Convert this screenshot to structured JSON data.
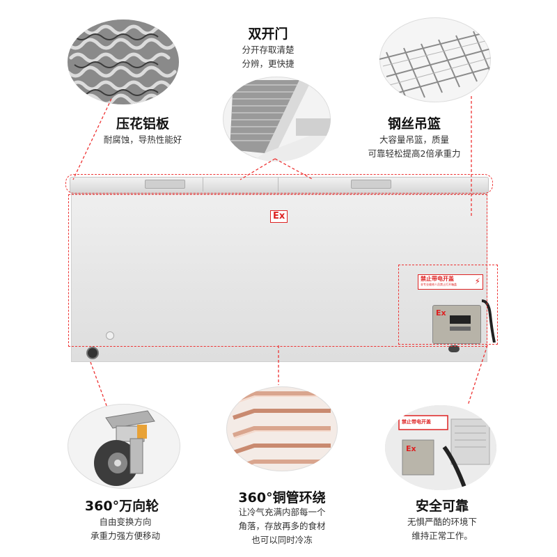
{
  "features": {
    "embossed": {
      "title": "压花铝板",
      "desc": [
        "耐腐蚀，导热性能好"
      ],
      "icon": "embossed-aluminum-texture"
    },
    "double_door": {
      "title": "双开门",
      "desc": [
        "分开存取清楚",
        "分辨，更快捷"
      ],
      "icon": "double-door-lid"
    },
    "basket": {
      "title": "钢丝吊篮",
      "desc": [
        "大容量吊篮，质量",
        "可靠轻松提高2倍承重力"
      ],
      "icon": "wire-basket"
    },
    "caster": {
      "title": "360°万向轮",
      "desc": [
        "自由变换方向",
        "承重力强方便移动"
      ],
      "icon": "caster-wheel"
    },
    "copper": {
      "title": "360°铜管环绕",
      "desc": [
        "让冷气充满内部每一个",
        "角落，存放再多的食材",
        "也可以同时冷冻"
      ],
      "icon": "copper-tube"
    },
    "safety": {
      "title": "安全可靠",
      "desc": [
        "无惧严酷的环境下",
        "维持正常工作。"
      ],
      "icon": "control-box-closeup"
    }
  },
  "freezer": {
    "ex_mark": "Ex",
    "warning_label": "禁止带电开盖",
    "warning_sub": "非专业维修人员禁止打开箱盖",
    "control_ex": "Ex",
    "closeup_label": "禁止带电开盖",
    "closeup_ex": "Ex"
  },
  "colors": {
    "accent": "#e33333",
    "body": "#e9e9e9",
    "copper": "#d9a58e"
  }
}
